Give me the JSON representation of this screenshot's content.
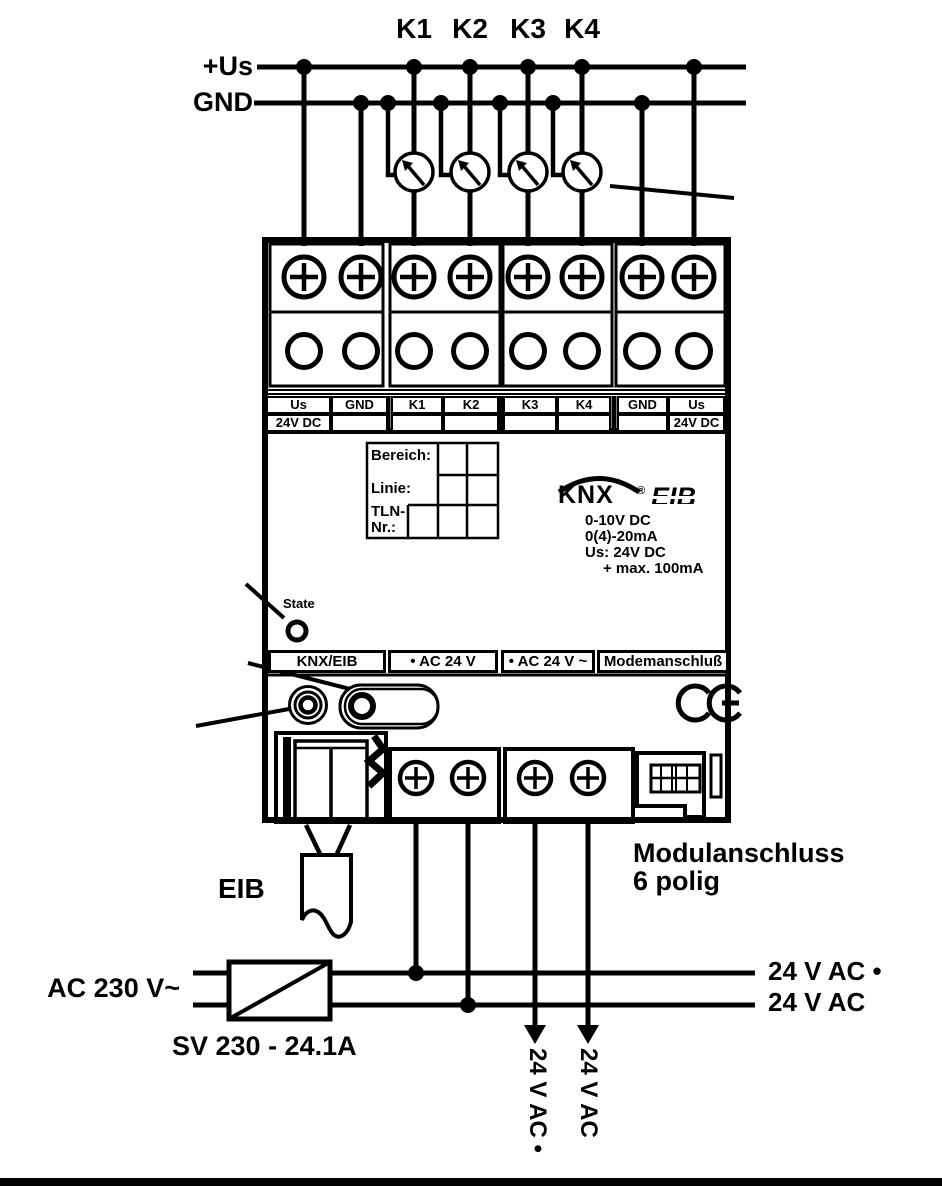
{
  "header": {
    "channels": [
      "K1",
      "K2",
      "K3",
      "K4"
    ],
    "bus": {
      "plus": "+Us",
      "gnd": "GND"
    }
  },
  "device": {
    "terminals_top": {
      "row1": [
        "Us",
        "GND",
        "K1",
        "K2",
        "K3",
        "K4",
        "GND",
        "Us"
      ],
      "row2": [
        "24V DC",
        "",
        "",
        "",
        "",
        "",
        "",
        "24V DC"
      ]
    },
    "config_box": {
      "row1": "Bereich:",
      "row2": "Linie:",
      "row3a": "TLN-",
      "row3b": "Nr.:"
    },
    "brand": {
      "knx": "KNX",
      "registered": "®",
      "eib": "EIB"
    },
    "specs": {
      "line1": "0-10V DC",
      "line2": "0(4)-20mA",
      "line3": "Us: 24V DC",
      "line4": "+ max. 100mA"
    },
    "state_label": "State",
    "section_row": [
      "KNX/EIB",
      "• AC 24 V",
      "• AC 24 V ~",
      "Modemanschluß"
    ]
  },
  "bottom": {
    "eib_label": "EIB",
    "module_line1": "Modulanschluss",
    "module_line2": "6 polig",
    "ac_input": "AC 230 V~",
    "psu": "SV 230 - 24.1A",
    "out_top": "24 V AC •",
    "out_bottom": "24 V AC",
    "drop_left": "24 V AC •",
    "drop_right": "24 V AC"
  },
  "colors": {
    "ink": "#000000",
    "paper": "#ffffff"
  }
}
